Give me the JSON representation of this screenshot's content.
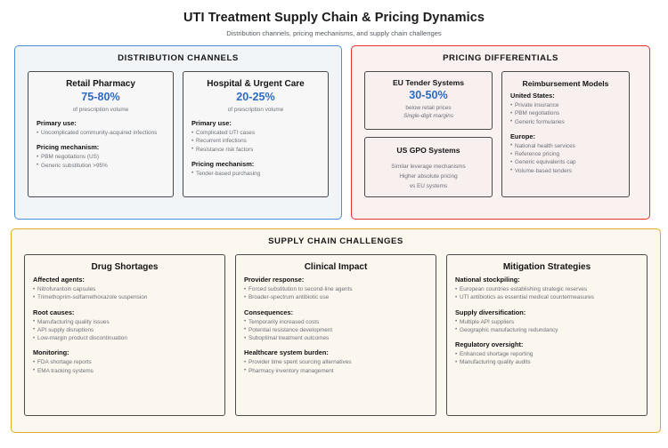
{
  "header": {
    "title": "UTI Treatment Supply Chain & Pricing Dynamics",
    "subtitle": "Distribution channels, pricing mechanisms, and supply chain challenges"
  },
  "colors": {
    "distribution_border": "#4a90d9",
    "distribution_bg": "#f2f5f8",
    "pricing_border": "#e03030",
    "pricing_bg": "#faf1f1",
    "supply_border": "#e0a82e",
    "supply_bg": "#fdf8ef",
    "stat_blue": "#2b6cc4",
    "card_border": "#4a4a4a",
    "body_text": "#6d7177",
    "heading_text": "#121212"
  },
  "distribution": {
    "panel_title": "DISTRIBUTION CHANNELS",
    "cards": [
      {
        "title": "Retail Pharmacy",
        "stat": "75-80%",
        "caption": "of prescription volume",
        "sections": [
          {
            "heading": "Primary use:",
            "items": [
              "Uncomplicated community-acquired infections"
            ]
          },
          {
            "heading": "Pricing mechanism:",
            "items": [
              "PBM negotiations (US)",
              "Generic substitution >95%"
            ]
          }
        ]
      },
      {
        "title": "Hospital & Urgent Care",
        "stat": "20-25%",
        "caption": "of prescription volume",
        "sections": [
          {
            "heading": "Primary use:",
            "items": [
              "Complicated UTI cases",
              "Recurrent infections",
              "Resistance risk factors"
            ]
          },
          {
            "heading": "Pricing mechanism:",
            "items": [
              "Tender-based purchasing"
            ]
          }
        ]
      }
    ]
  },
  "pricing": {
    "panel_title": "PRICING DIFFERENTIALS",
    "eu_tender": {
      "title": "EU Tender Systems",
      "stat": "30-50%",
      "caption": "below retail prices",
      "caption_italic": "Single-digit margins"
    },
    "us_gpo": {
      "title": "US GPO Systems",
      "lines": [
        "Similar leverage mechanisms",
        "Higher absolute pricing",
        "vs EU systems"
      ]
    },
    "reimbursement": {
      "title": "Reimbursement Models",
      "sections": [
        {
          "heading": "United States:",
          "items": [
            "Private insurance",
            "PBM negotiations",
            "Generic formularies"
          ]
        },
        {
          "heading": "Europe:",
          "items": [
            "National health services",
            "Reference pricing",
            "Generic equivalents cap",
            "Volume-based tenders"
          ]
        }
      ]
    }
  },
  "supply": {
    "panel_title": "SUPPLY CHAIN CHALLENGES",
    "cards": [
      {
        "title": "Drug Shortages",
        "sections": [
          {
            "heading": "Affected agents:",
            "items": [
              "Nitrofurantoin capsules",
              "Trimethoprim-sulfamethoxazole suspension"
            ]
          },
          {
            "heading": "Root causes:",
            "items": [
              "Manufacturing quality issues",
              "API supply disruptions",
              "Low-margin product discontinuation"
            ]
          },
          {
            "heading": "Monitoring:",
            "items": [
              "FDA shortage reports",
              "EMA tracking systems"
            ]
          }
        ]
      },
      {
        "title": "Clinical Impact",
        "sections": [
          {
            "heading": "Provider response:",
            "items": [
              "Forced substitution to second-line agents",
              "Broader-spectrum antibiotic use"
            ]
          },
          {
            "heading": "Consequences:",
            "items": [
              "Temporarily increased costs",
              "Potential resistance development",
              "Suboptimal treatment outcomes"
            ]
          },
          {
            "heading": "Healthcare system burden:",
            "items": [
              "Provider time spent sourcing alternatives",
              "Pharmacy inventory management"
            ]
          }
        ]
      },
      {
        "title": "Mitigation Strategies",
        "sections": [
          {
            "heading": "National stockpiling:",
            "items": [
              "European countries establishing strategic reserves",
              "UTI antibiotics as essential medical countermeasures"
            ]
          },
          {
            "heading": "Supply diversification:",
            "items": [
              "Multiple API suppliers",
              "Geographic manufacturing redundancy"
            ]
          },
          {
            "heading": "Regulatory oversight:",
            "items": [
              "Enhanced shortage reporting",
              "Manufacturing quality audits"
            ]
          }
        ]
      }
    ]
  }
}
